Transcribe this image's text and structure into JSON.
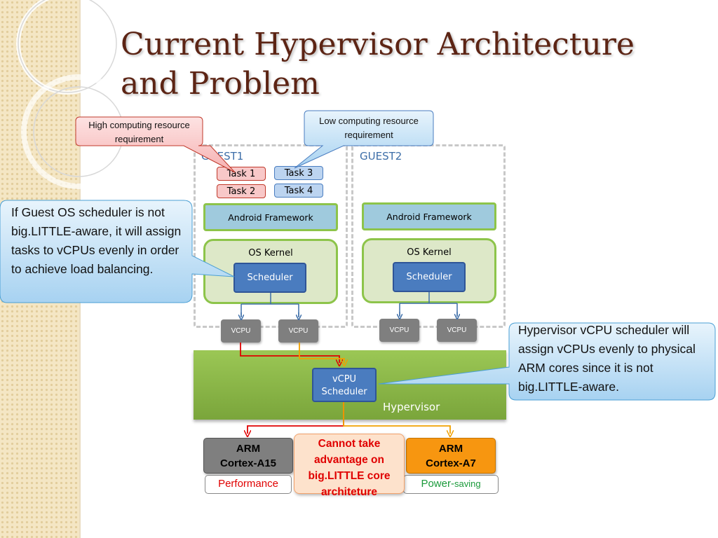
{
  "title": {
    "line1": "Current Hypervisor Architecture",
    "line2": "and Problem"
  },
  "callouts": {
    "high": "High computing resource requirement",
    "low": "Low computing resource requirement",
    "guest_os": "If Guest OS scheduler is not big.LITTLE-aware, it will assign tasks to vCPUs evenly in order to achieve load balancing.",
    "hypervisor": "Hypervisor vCPU scheduler will assign vCPUs evenly to physical ARM cores since it is not big.LITTLE-aware."
  },
  "guest1": {
    "label": "GUEST1",
    "tasks": [
      "Task 1",
      "Task 2",
      "Task 3",
      "Task 4"
    ],
    "framework": "Android Framework",
    "kernel": "OS Kernel",
    "scheduler": "Scheduler",
    "vcpus": [
      "VCPU",
      "VCPU"
    ]
  },
  "guest2": {
    "label": "GUEST2",
    "framework": "Android Framework",
    "kernel": "OS Kernel",
    "scheduler": "Scheduler",
    "vcpus": [
      "VCPU",
      "VCPU"
    ]
  },
  "hypervisor": {
    "label": "Hypervisor",
    "scheduler_line1": "vCPU",
    "scheduler_line2": "Scheduler"
  },
  "cores": {
    "a15": {
      "line1": "ARM",
      "line2": "Cortex-A15",
      "tag": "Performance",
      "tag_color": "#e00000"
    },
    "a7": {
      "line1": "ARM",
      "line2": "Cortex-A7",
      "tag_main": "Power-",
      "tag_small": "saving",
      "tag_color": "#1a9a3a"
    }
  },
  "warning": "Cannot take advantage on big.LITTLE core architeture",
  "colors": {
    "title": "#5c2414",
    "accent_red": "#e00000",
    "accent_orange": "#f79610",
    "hypervisor_green": "#8dbb4a",
    "scheduler_blue": "#4a7cbf"
  }
}
